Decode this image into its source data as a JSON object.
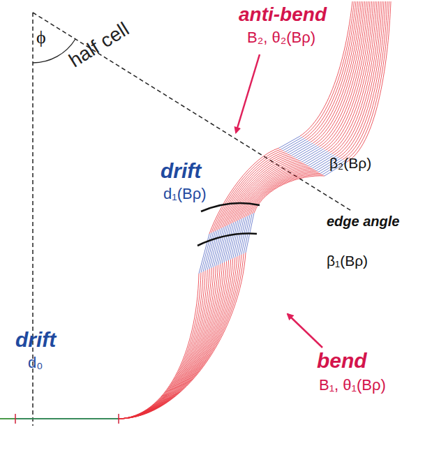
{
  "diagram": {
    "labels": [
      "ϕ",
      "half cell",
      "anti-bend",
      "B₂, θ₂(Bρ)",
      "β₂(Bρ)",
      "drift",
      "d₁(Bρ)",
      "edge angle",
      "β₁(Bρ)",
      "drift",
      "d₀",
      "bend",
      "B₁, θ₁(Bρ)"
    ]
  }
}
